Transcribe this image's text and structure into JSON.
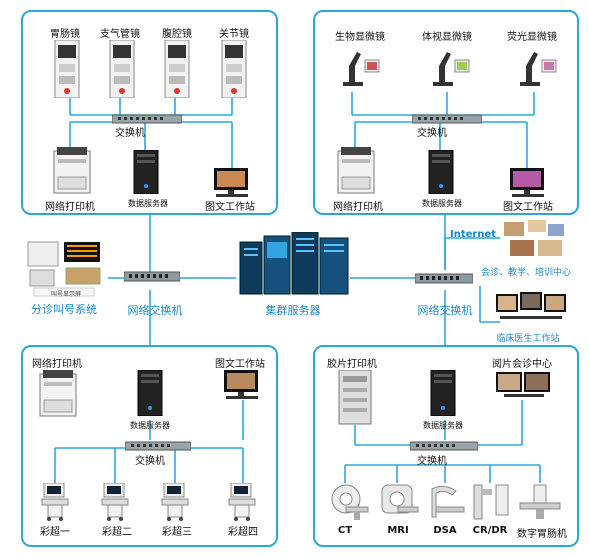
{
  "top_left": {
    "endoscopes": [
      "胃肠镜",
      "支气管镜",
      "腹腔镜",
      "关节镜"
    ],
    "switch": "交换机",
    "printer": "网络打印机",
    "server": "数据服务器",
    "workstation": "图文工作站"
  },
  "top_right": {
    "microscopes": [
      "生物显微镜",
      "体视显微镜",
      "荧光显微镜"
    ],
    "switch": "交换机",
    "printer": "网络打印机",
    "server": "数据服务器",
    "workstation": "图文工作站"
  },
  "middle": {
    "queue_system": "分诊叫号系统",
    "queue_screen_text": "叫号显示屏",
    "left_switch": "网络交换机",
    "cluster": "集群服务器",
    "right_switch": "网络交换机",
    "internet": "Internet",
    "consult_center": "会诊、教学、培训中心",
    "clinician": "临床医生工作站"
  },
  "bottom_left": {
    "printer": "网络打印机",
    "workstation": "图文工作站",
    "server": "数据服务器",
    "switch": "交换机",
    "ultrasounds": [
      "彩超一",
      "彩超二",
      "彩超三",
      "彩超四"
    ]
  },
  "bottom_right": {
    "film_printer": "胶片打印机",
    "reading_center": "阅片会诊中心",
    "server": "数据服务器",
    "switch": "交换机",
    "modalities": [
      "CT",
      "MRI",
      "DSA",
      "CR/DR",
      "数字胃肠机"
    ]
  },
  "colors": {
    "border": "#29a8e0",
    "wire": "#29a8e0",
    "accent_text": "#1a86c9"
  }
}
